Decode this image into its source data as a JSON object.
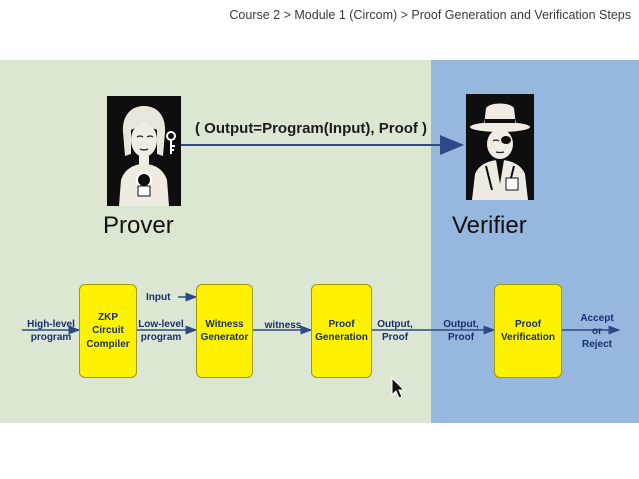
{
  "breadcrumb": "Course 2 > Module 1 (Circom) > Proof Generation and Verification Steps",
  "roles": {
    "prover": "Prover",
    "verifier": "Verifier"
  },
  "claim": "( Output=Program(Input), Proof )",
  "boxes": {
    "compiler": "ZKP\nCircuit\nCompiler",
    "witness_generator": "Witness\nGenerator",
    "proof_generation": "Proof\nGeneration",
    "proof_verification": "Proof\nVerification"
  },
  "labels": {
    "high_level_program": "High-level\nprogram",
    "input": "Input",
    "low_level_program": "Low-level\nprogram",
    "witness": "witness",
    "output_proof_1": "Output,\nProof",
    "output_proof_2": "Output,\nProof",
    "accept_or_reject": "Accept\nor\nReject"
  },
  "colors": {
    "prover_panel": "#dbe7d3",
    "verifier_panel": "#97b8de",
    "box_fill": "#fef200",
    "arrow": "#2e4a86"
  },
  "icons": {
    "prover": "woman-with-key-and-badge-icon",
    "verifier": "detective-with-fedora-icon",
    "cursor": "mouse-pointer-icon"
  }
}
